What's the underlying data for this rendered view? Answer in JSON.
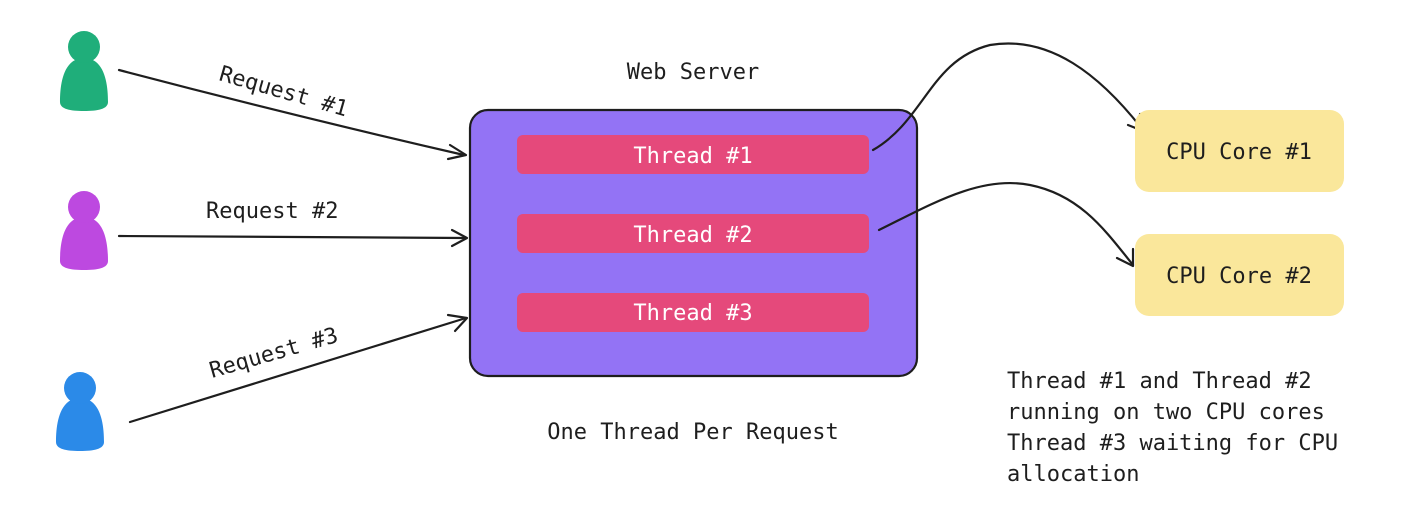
{
  "diagram": {
    "server": {
      "title": "Web Server",
      "caption": "One Thread Per Request",
      "threads": [
        "Thread #1",
        "Thread #2",
        "Thread #3"
      ]
    },
    "requests": [
      "Request #1",
      "Request #2",
      "Request #3"
    ],
    "cpu_cores": [
      "CPU Core #1",
      "CPU Core #2"
    ],
    "note": {
      "lines": [
        "Thread #1 and Thread #2",
        "running on two CPU cores",
        "Thread #3 waiting for CPU",
        "allocation"
      ]
    },
    "colors": {
      "server_fill": "#9373f5",
      "thread_fill": "#e5497b",
      "cpu_fill": "#fae79b",
      "user_1": "#1fae7a",
      "user_2": "#bd49e0",
      "user_3": "#2b8ae8",
      "stroke": "#1e1e1e"
    }
  }
}
